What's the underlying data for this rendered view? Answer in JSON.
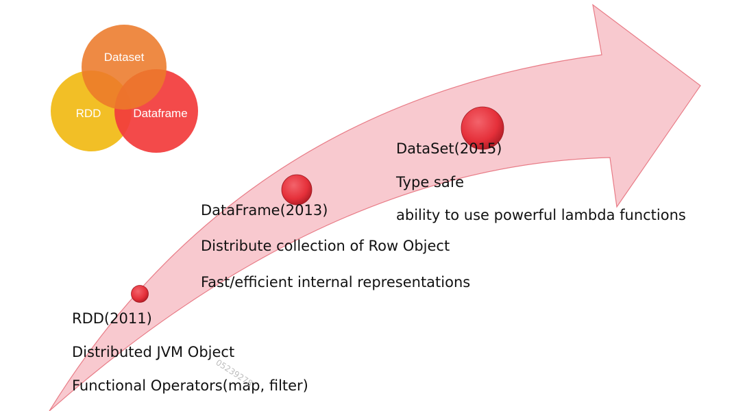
{
  "colors": {
    "arrow_fill": "#f8c9cf",
    "arrow_stroke": "#e87b86",
    "bead": "#e5303a",
    "venn_dataset": "#ec7a2a",
    "venn_rdd": "#f1bc1a",
    "venn_dataframe": "#f23c3c"
  },
  "venn": {
    "dataset_label": "Dataset",
    "rdd_label": "RDD",
    "dataframe_label": "Dataframe"
  },
  "stages": {
    "rdd": {
      "title": "RDD(2011)",
      "line1": "Distributed JVM Object",
      "line2": "Functional Operators(map, filter)"
    },
    "dataframe": {
      "title": "DataFrame(2013)",
      "line1": "Distribute collection of Row Object",
      "line2": "Fast/efficient internal representations"
    },
    "dataset": {
      "title": "DataSet(2015)",
      "line1": "Type safe",
      "line2": "ability to use powerful lambda functions"
    }
  },
  "watermark": "05239278"
}
